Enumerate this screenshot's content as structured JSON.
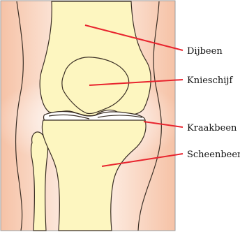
{
  "diagram": {
    "labels": {
      "femur": "Dijbeen",
      "patella": "Knieschijf",
      "cartilage": "Kraakbeen",
      "tibia": "Scheenbeen"
    },
    "colors": {
      "bone": "#fdf6c0",
      "cartilage": "#ffffff",
      "soft_tissue_outer": "#f6c2a6",
      "soft_tissue_inner": "#fce8dc",
      "outline": "#3a2e24",
      "leader": "#e8242e",
      "frame": "#9a9a9a"
    }
  }
}
